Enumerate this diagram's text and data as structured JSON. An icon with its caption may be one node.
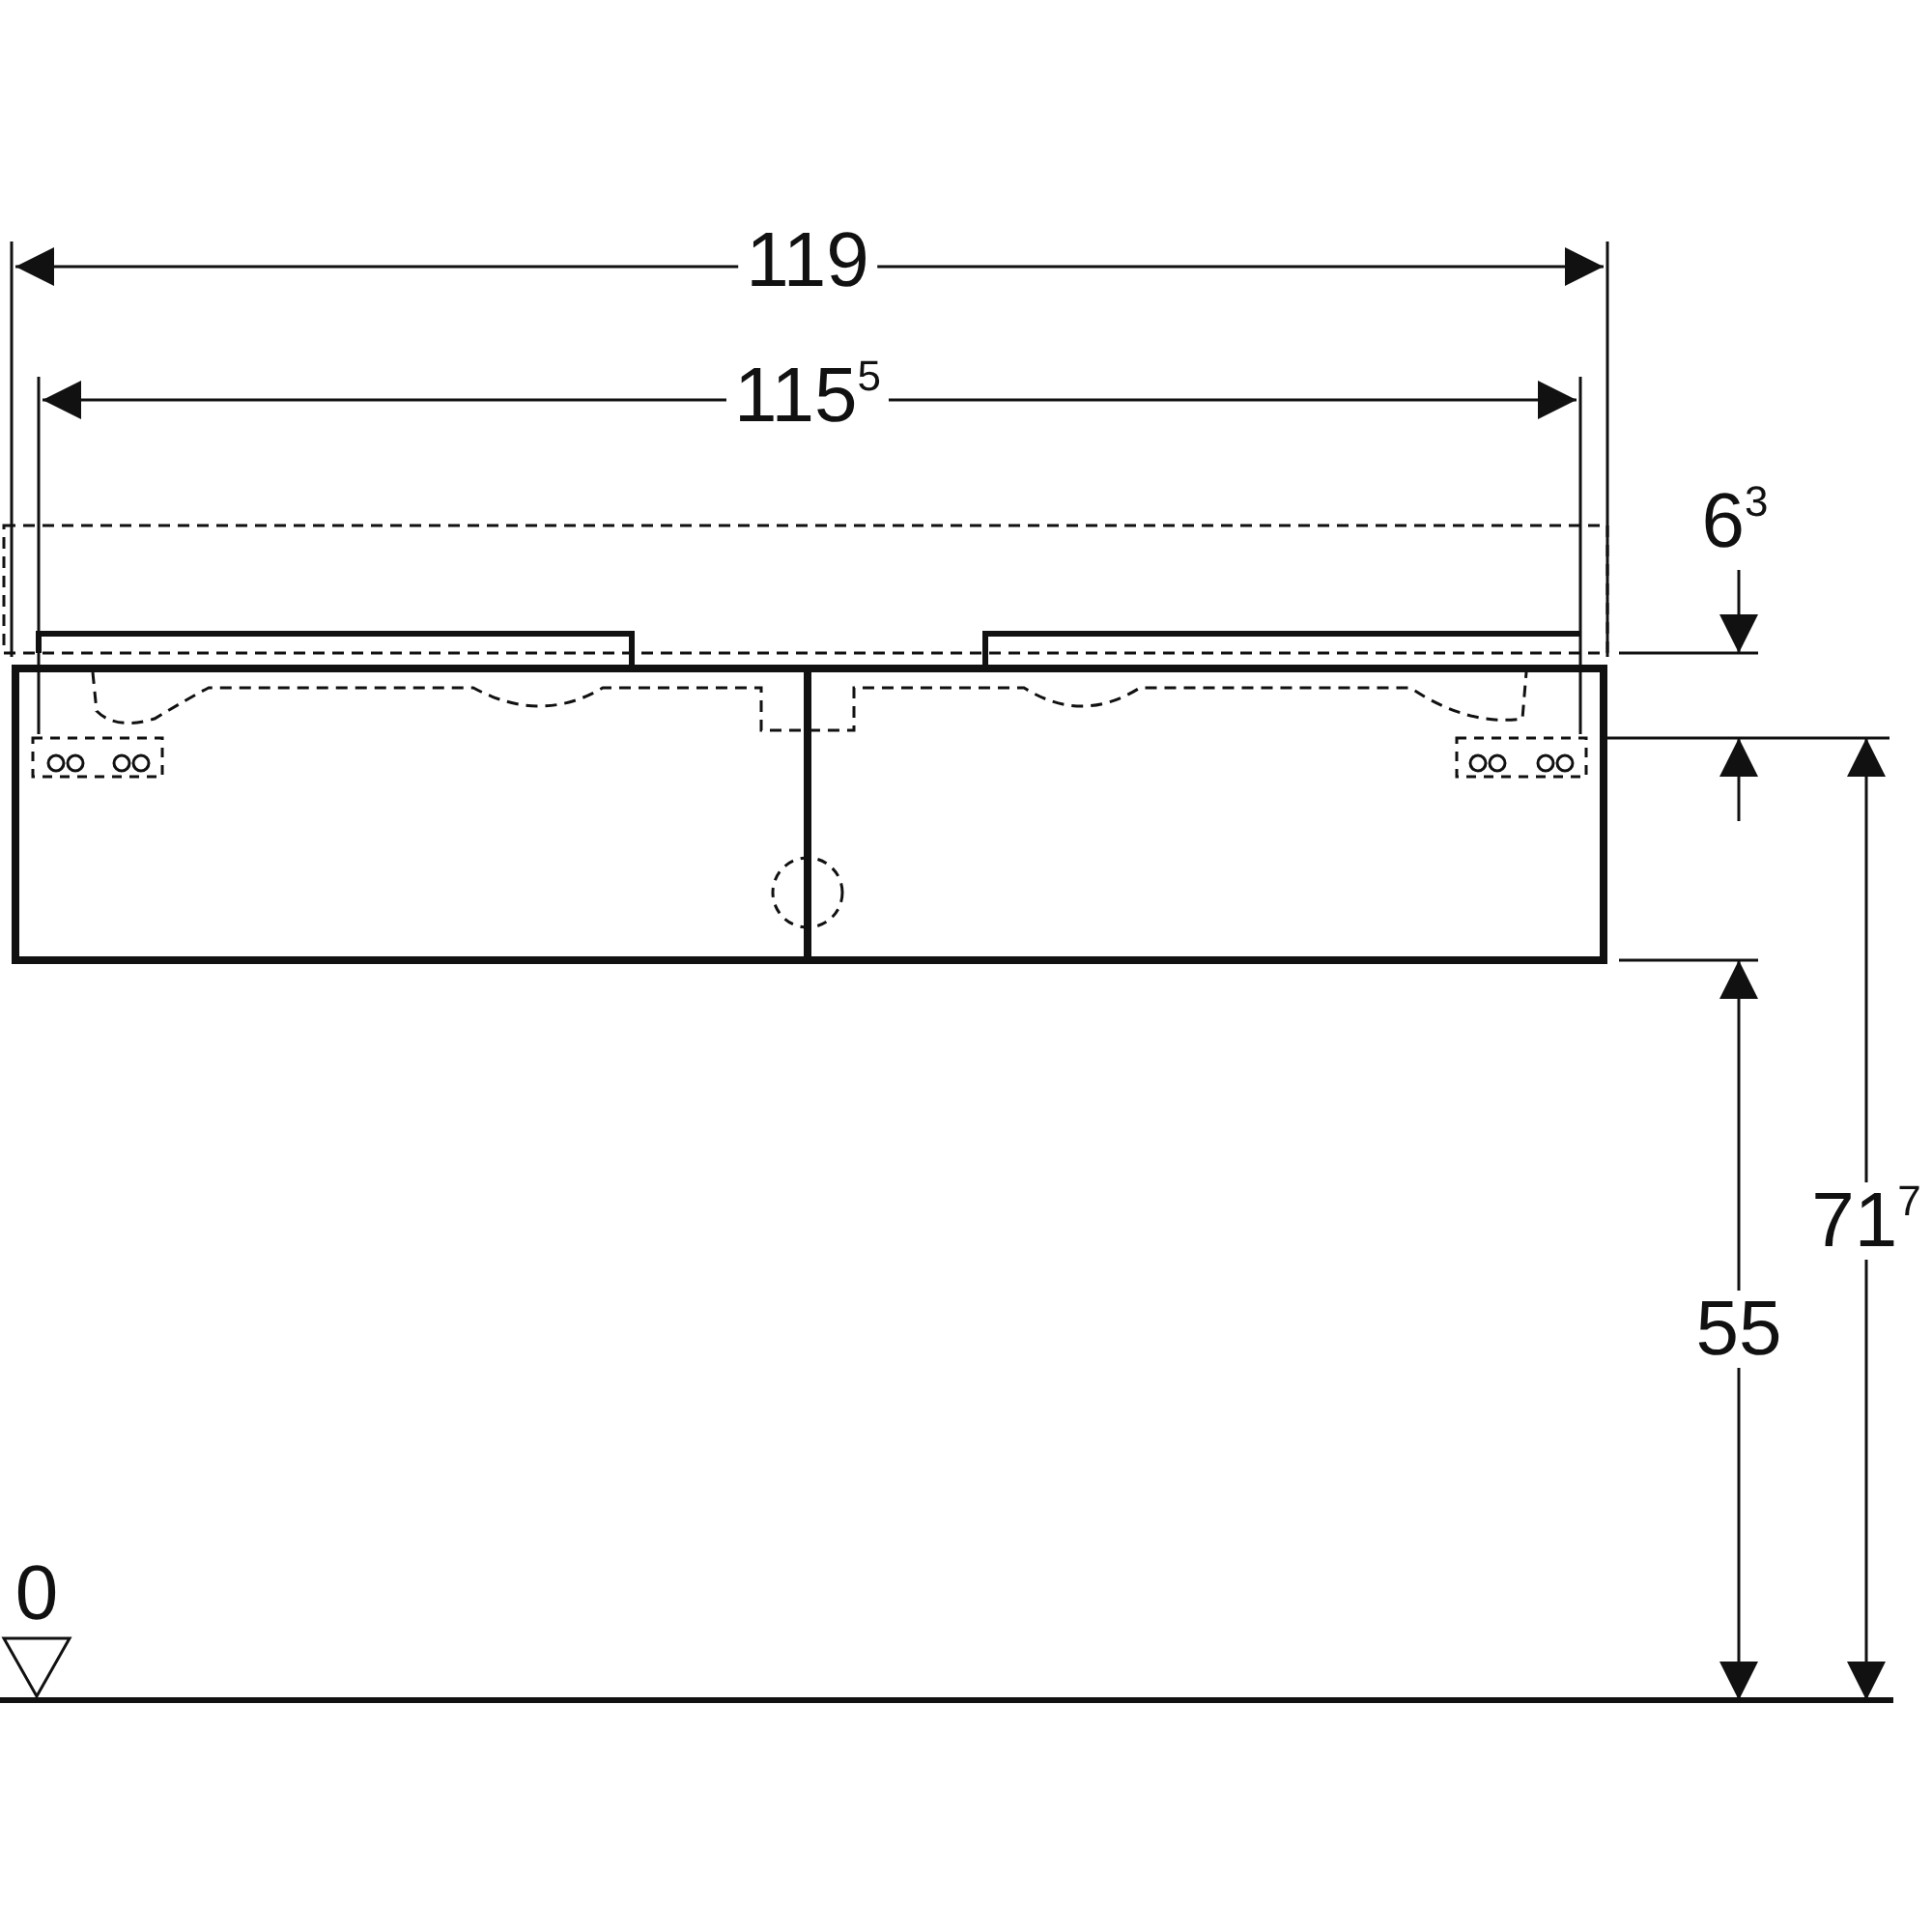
{
  "diagram": {
    "labels": [
      "119",
      "115$^{5}$",
      "6$^{3}$",
      "71$^{7}$",
      "55",
      "0"
    ]
  }
}
